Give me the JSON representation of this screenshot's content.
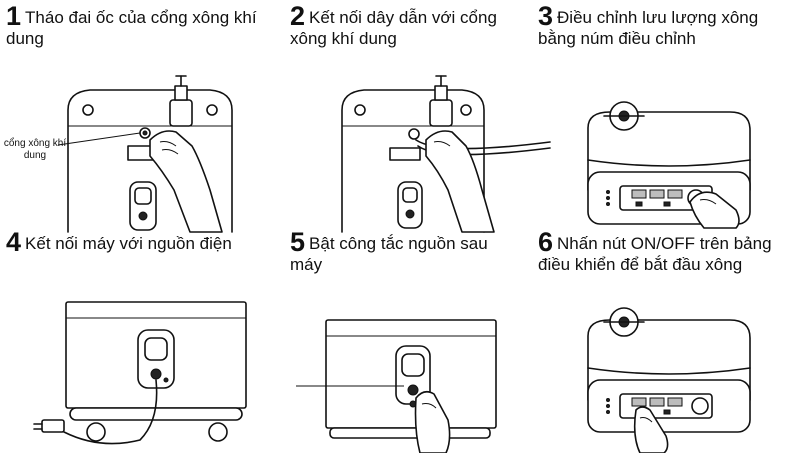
{
  "steps": [
    {
      "number": "1",
      "text": "Tháo đai ốc của cổng xông khí dung"
    },
    {
      "number": "2",
      "text": "Kết nối dây dẫn với cổng xông khí dung"
    },
    {
      "number": "3",
      "text": "Điều chỉnh lưu lượng xông bằng núm điều chỉnh"
    },
    {
      "number": "4",
      "text": "Kết nối máy với nguồn điện"
    },
    {
      "number": "5",
      "text": "Bật công tắc nguồn sau máy"
    },
    {
      "number": "6",
      "text": "Nhấn nút ON/OFF trên bảng điều khiển để bắt đầu xông"
    }
  ],
  "callout": "cổng xông khí dung"
}
